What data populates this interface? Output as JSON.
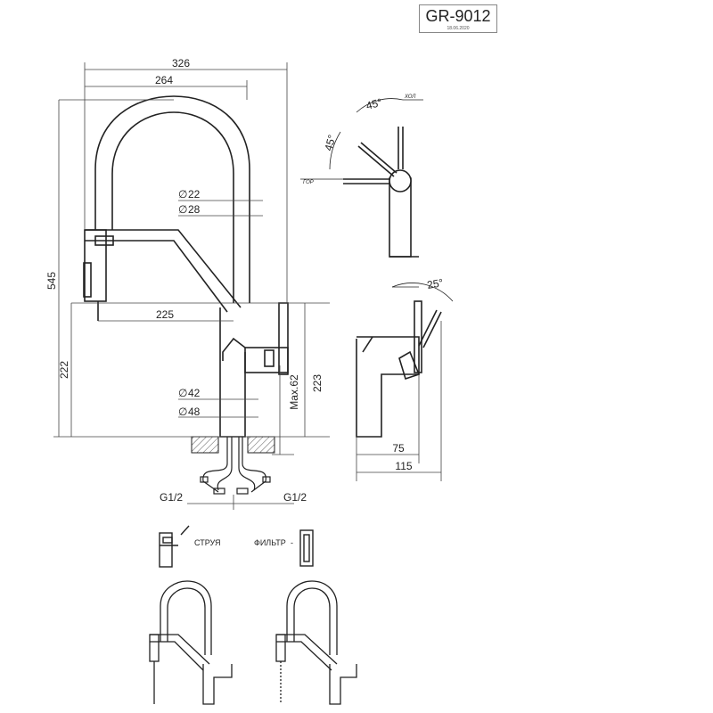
{
  "title": {
    "code": "GR-9012",
    "date": "18.06.2020"
  },
  "dimensions": {
    "total_width": "326",
    "reach": "264",
    "total_height": "545",
    "spout_height": "222",
    "spray_length": "225",
    "hose_diameter_inner": "22",
    "hose_diameter_outer": "28",
    "body_diameter_inner": "42",
    "body_diameter_outer": "48",
    "max_deck": "Max.62",
    "body_height": "223",
    "lever_offset": "75",
    "side_depth": "115",
    "connection_left": "G1/2",
    "connection_right": "G1/2"
  },
  "angles": {
    "cold": "45°",
    "hot": "45°",
    "tilt": "25°",
    "cold_label": "ХОЛ",
    "hot_label": "ГОР"
  },
  "modes": {
    "jet": "СТРУЯ",
    "filter": "ФИЛЬТР"
  }
}
